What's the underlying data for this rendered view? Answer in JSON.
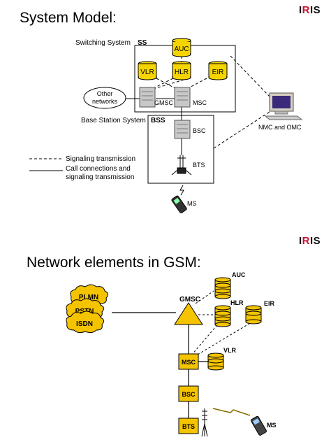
{
  "logo": {
    "text": "IRIS"
  },
  "slide1": {
    "title": "System Model:",
    "switching_system_label": "Switching System",
    "ss_tag": "SS",
    "bss_label": "Base Station System",
    "bss_tag": "BSS",
    "nodes": {
      "auc": "AUC",
      "vlr": "VLR",
      "hlr": "HLR",
      "eir": "EIR",
      "gmsc": "GMSC",
      "msc": "MSC",
      "bsc": "BSC",
      "bts": "BTS",
      "ms": "MS",
      "other_networks_line1": "Other",
      "other_networks_line2": "networks",
      "nmc_omc": "NMC and OMC"
    },
    "legend": {
      "signaling": "Signaling transmission",
      "call_line1": "Call connections and",
      "call_line2": "signaling transmission"
    },
    "colors": {
      "accent": "#f5d400",
      "outline": "#000000"
    }
  },
  "slide2": {
    "title": "Network elements in GSM:",
    "clouds": {
      "plmn": "PLMN",
      "pstn": "PSTN",
      "isdn": "ISDN"
    },
    "nodes": {
      "gmsc": "GMSC",
      "auc": "AUC",
      "hlr": "HLR",
      "eir": "EIR",
      "vlr": "VLR",
      "msc": "MSC",
      "bsc": "BSC",
      "bts": "BTS",
      "ms": "MS"
    },
    "colors": {
      "accent": "#f5c400",
      "outline": "#000000"
    }
  }
}
